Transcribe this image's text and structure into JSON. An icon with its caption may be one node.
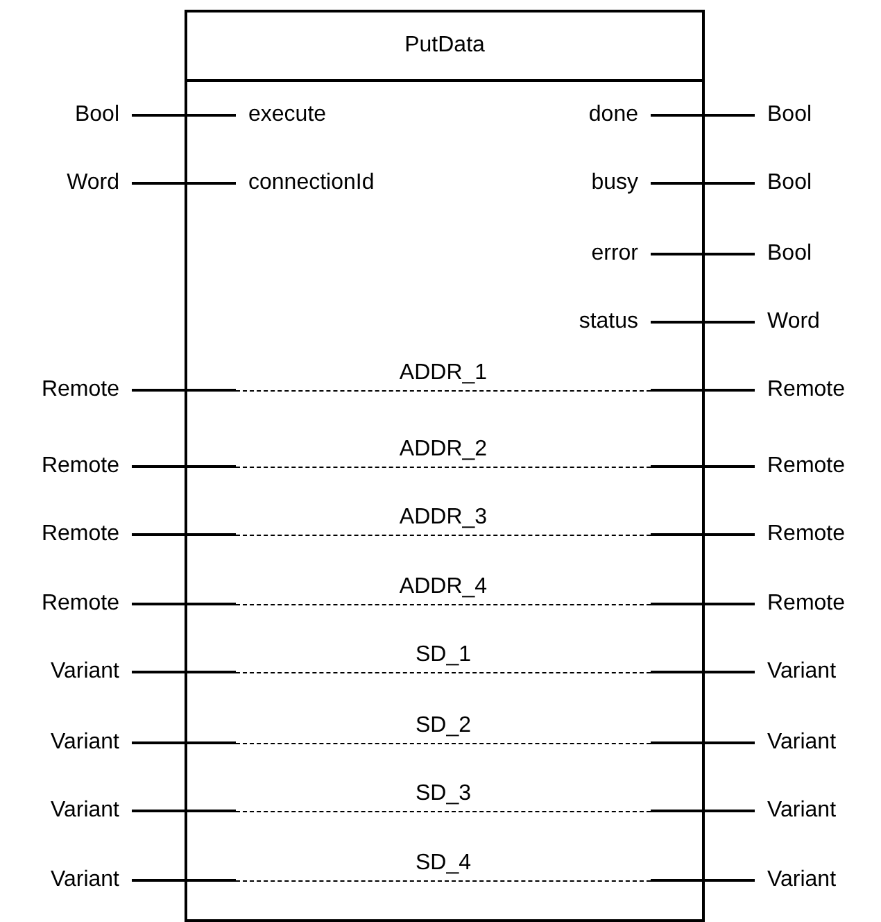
{
  "diagram": {
    "nodes": [
      {
        "text": [
          "PutData"
        ]
      },
      {
        "text": [
          "Bool"
        ]
      },
      {
        "text": [
          "execute"
        ],
        "in": 0
      },
      {
        "text": [
          "done"
        ],
        "in": 0
      },
      {
        "text": [
          "Bool"
        ]
      },
      {
        "text": [
          "Word"
        ]
      },
      {
        "text": [
          "connectionId"
        ],
        "in": 0
      },
      {
        "text": [
          "busy"
        ],
        "in": 0
      },
      {
        "text": [
          "Bool"
        ]
      },
      {
        "text": [
          "error"
        ],
        "in": 0
      },
      {
        "text": [
          "Bool"
        ]
      },
      {
        "text": [
          "status"
        ],
        "in": 0
      },
      {
        "text": [
          "Word"
        ]
      },
      {
        "text": [
          "Remote"
        ]
      },
      {
        "text": [
          "ADDR_1"
        ],
        "in": 0
      },
      {
        "text": [
          "Remote"
        ]
      },
      {
        "text": [
          "Remote"
        ]
      },
      {
        "text": [
          "ADDR_2"
        ],
        "in": 0
      },
      {
        "text": [
          "Remote"
        ]
      },
      {
        "text": [
          "Remote"
        ]
      },
      {
        "text": [
          "ADDR_3"
        ],
        "in": 0
      },
      {
        "text": [
          "Remote"
        ]
      },
      {
        "text": [
          "Remote"
        ]
      },
      {
        "text": [
          "ADDR_4"
        ],
        "in": 0
      },
      {
        "text": [
          "Remote"
        ]
      },
      {
        "text": [
          "Variant"
        ]
      },
      {
        "text": [
          "SD_1"
        ],
        "in": 0
      },
      {
        "text": [
          "Variant"
        ]
      },
      {
        "text": [
          "Variant"
        ]
      },
      {
        "text": [
          "SD_2"
        ],
        "in": 0
      },
      {
        "text": [
          "Variant"
        ]
      },
      {
        "text": [
          "Variant"
        ]
      },
      {
        "text": [
          "SD_3"
        ],
        "in": 0
      },
      {
        "text": [
          "Variant"
        ]
      },
      {
        "text": [
          "Variant"
        ]
      },
      {
        "text": [
          "SD_4"
        ],
        "in": 0
      },
      {
        "text": [
          "Variant"
        ]
      }
    ],
    "edges": [
      {
        "from": 1,
        "to": 2,
        "arrow": "none"
      },
      {
        "from": 3,
        "to": 4,
        "arrow": "none"
      },
      {
        "from": 5,
        "to": 6,
        "arrow": "none"
      },
      {
        "from": 7,
        "to": 8,
        "arrow": "none"
      },
      {
        "from": 9,
        "to": 10,
        "arrow": "none"
      },
      {
        "from": 11,
        "to": 12,
        "arrow": "none"
      },
      {
        "from": 13,
        "to": 14,
        "arrow": "none"
      },
      {
        "from": 14,
        "to": 15,
        "arrow": "none"
      },
      {
        "from": 16,
        "to": 17,
        "arrow": "none"
      },
      {
        "from": 17,
        "to": 18,
        "arrow": "none"
      },
      {
        "from": 19,
        "to": 20,
        "arrow": "none"
      },
      {
        "from": 20,
        "to": 21,
        "arrow": "none"
      },
      {
        "from": 22,
        "to": 23,
        "arrow": "none"
      },
      {
        "from": 23,
        "to": 24,
        "arrow": "none"
      },
      {
        "from": 25,
        "to": 26,
        "arrow": "none"
      },
      {
        "from": 26,
        "to": 27,
        "arrow": "none"
      },
      {
        "from": 28,
        "to": 29,
        "arrow": "none"
      },
      {
        "from": 29,
        "to": 30,
        "arrow": "none"
      },
      {
        "from": 31,
        "to": 32,
        "arrow": "none"
      },
      {
        "from": 32,
        "to": 33,
        "arrow": "none"
      },
      {
        "from": 34,
        "to": 35,
        "arrow": "none"
      },
      {
        "from": 35,
        "to": 36,
        "arrow": "none"
      }
    ]
  }
}
